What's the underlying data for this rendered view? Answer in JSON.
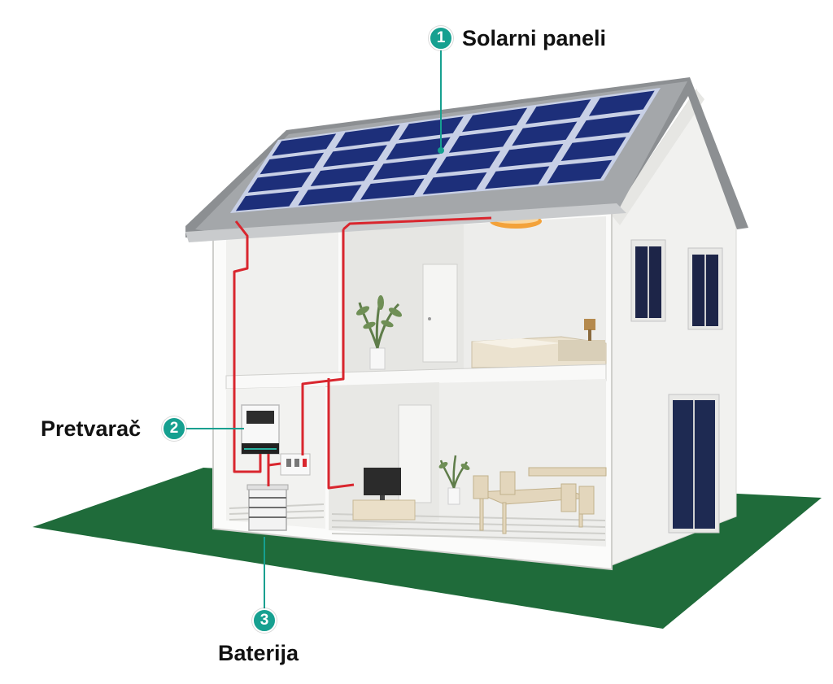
{
  "colors": {
    "accent": "#16a090",
    "wire": "#d9262e",
    "panel": "#1d2f7a",
    "panel_grid": "#c8d0e6",
    "ground": "#1f6b3a",
    "roof": "#8c8f92",
    "wall": "#f4f4f2",
    "lamp": "#f3a23a"
  },
  "callouts": [
    {
      "number": "1",
      "label": "Solarni paneli"
    },
    {
      "number": "2",
      "label": "Pretvarač"
    },
    {
      "number": "3",
      "label": "Baterija"
    }
  ]
}
